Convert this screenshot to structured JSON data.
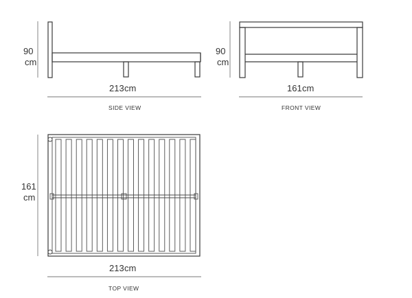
{
  "side_view": {
    "height_value": "90",
    "height_unit": "cm",
    "width_value": "213",
    "width_unit": "cm",
    "caption": "SIDE VIEW"
  },
  "front_view": {
    "height_value": "90",
    "height_unit": "cm",
    "width_value": "161",
    "width_unit": "cm",
    "caption": "FRONT VIEW"
  },
  "top_view": {
    "depth_value": "161",
    "depth_unit": "cm",
    "width_value": "213",
    "width_unit": "cm",
    "caption": "TOP VIEW"
  },
  "colors": {
    "line": "#3a3a3a",
    "dimension": "#777777",
    "text": "#333333"
  }
}
